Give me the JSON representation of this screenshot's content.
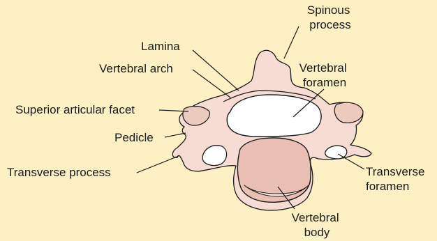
{
  "colors": {
    "background": "#fdf0c4",
    "bone": "#f6dcd2",
    "bone_shade": "#eccabd",
    "body_fill": "#e9bfb4",
    "body_rim": "#fbe6df",
    "outline": "#1a1a1a"
  },
  "labels": {
    "spinous_process": [
      "Spinous",
      "process"
    ],
    "lamina": [
      "Lamina"
    ],
    "vertebral_arch": [
      "Vertebral arch"
    ],
    "vertebral_foramen": [
      "Vertebral",
      "foramen"
    ],
    "superior_articular_facet": [
      "Superior articular facet"
    ],
    "pedicle": [
      "Pedicle"
    ],
    "transverse_process": [
      "Transverse process"
    ],
    "transverse_foramen": [
      "Transverse",
      "foramen"
    ],
    "vertebral_body": [
      "Vertebral",
      "body"
    ]
  }
}
